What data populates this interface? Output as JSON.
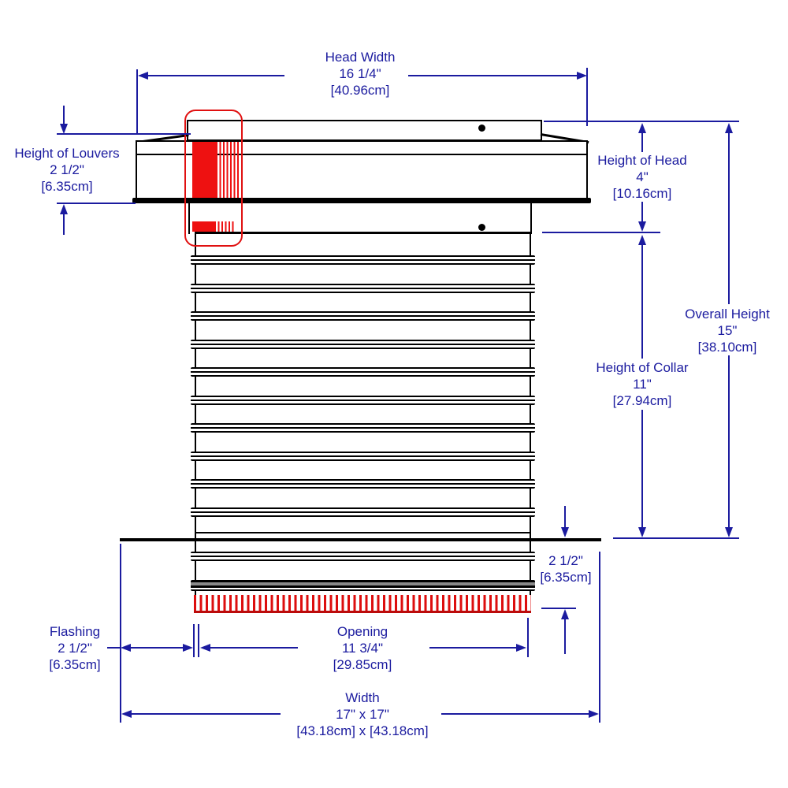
{
  "title": "Roof vent dimension diagram",
  "colors": {
    "dimension_blue": "#1b1b9f",
    "highlight_red": "#e01010",
    "line_black": "#000000",
    "background": "#ffffff"
  },
  "dimensions": {
    "head_width": {
      "label": "Head Width",
      "inches": "16 1/4\"",
      "cm": "[40.96cm]"
    },
    "louver_height": {
      "label": "Height of Louvers",
      "inches": "2 1/2\"",
      "cm": "[6.35cm]"
    },
    "head_height": {
      "label": "Height of Head",
      "inches": "4\"",
      "cm": "[10.16cm]"
    },
    "overall_height": {
      "label": "Overall Height",
      "inches": "15\"",
      "cm": "[38.10cm]"
    },
    "collar_height": {
      "label": "Height of Collar",
      "inches": "11\"",
      "cm": "[27.94cm]"
    },
    "flashing_clearance": {
      "inches": "2 1/2\"",
      "cm": "[6.35cm]"
    },
    "flashing": {
      "label": "Flashing",
      "inches": "2 1/2\"",
      "cm": "[6.35cm]"
    },
    "opening": {
      "label": "Opening",
      "inches": "11 3/4\"",
      "cm": "[29.85cm]"
    },
    "width": {
      "label": "Width",
      "inches": "17\" x 17\"",
      "cm": "[43.18cm] x [43.18cm]"
    }
  }
}
